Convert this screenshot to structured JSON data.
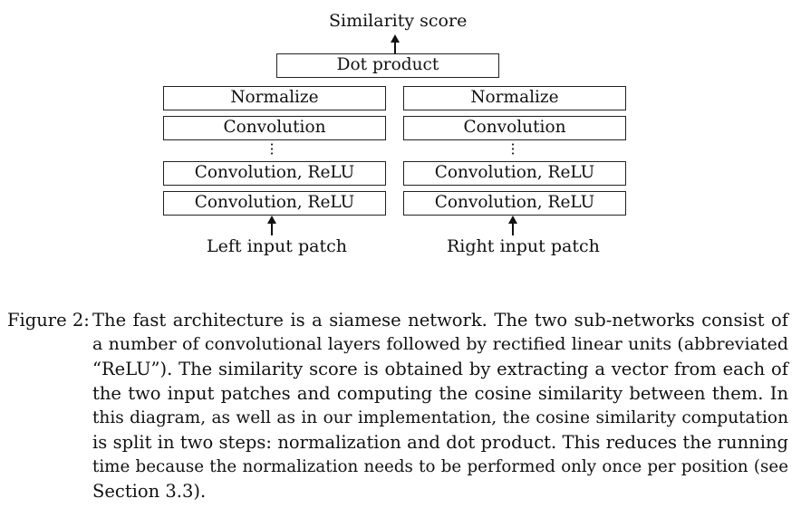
{
  "diagram": {
    "output_label": "Similarity score",
    "dot_product": "Dot product",
    "left": {
      "normalize": "Normalize",
      "convolution": "Convolution",
      "ellipsis": "⋮",
      "conv_relu_1": "Convolution, ReLU",
      "conv_relu_2": "Convolution, ReLU",
      "input_label": "Left input patch"
    },
    "right": {
      "normalize": "Normalize",
      "convolution": "Convolution",
      "ellipsis": "⋮",
      "conv_relu_1": "Convolution, ReLU",
      "conv_relu_2": "Convolution, ReLU",
      "input_label": "Right input patch"
    }
  },
  "caption": {
    "label": "Figure 2:",
    "lines": [
      "The fast architecture is a siamese network.  The two sub-networks consist of",
      "a number of convolutional layers followed by rectified linear units (abbreviated",
      "“ReLU”). The similarity score is obtained by extracting a vector from each of",
      "the two input patches and computing the cosine similarity between them.  In",
      "this diagram, as well as in our implementation, the cosine similarity computation",
      "is split in two steps: normalization and dot product.  This reduces the running",
      "time because the normalization needs to be performed only once per position (see",
      "Section 3.3)."
    ]
  }
}
